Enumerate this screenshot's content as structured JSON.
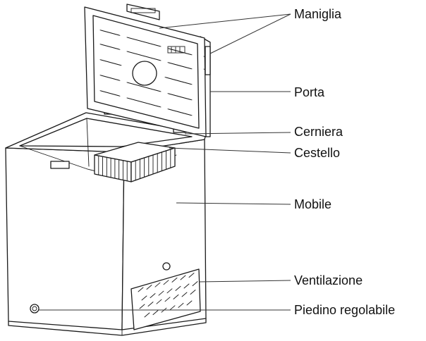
{
  "labels": {
    "maniglia": "Maniglia",
    "porta": "Porta",
    "cerniera": "Cerniera",
    "cestello": "Cestello",
    "mobile": "Mobile",
    "ventilazione": "Ventilazione",
    "piedino": "Piedino regolabile"
  }
}
